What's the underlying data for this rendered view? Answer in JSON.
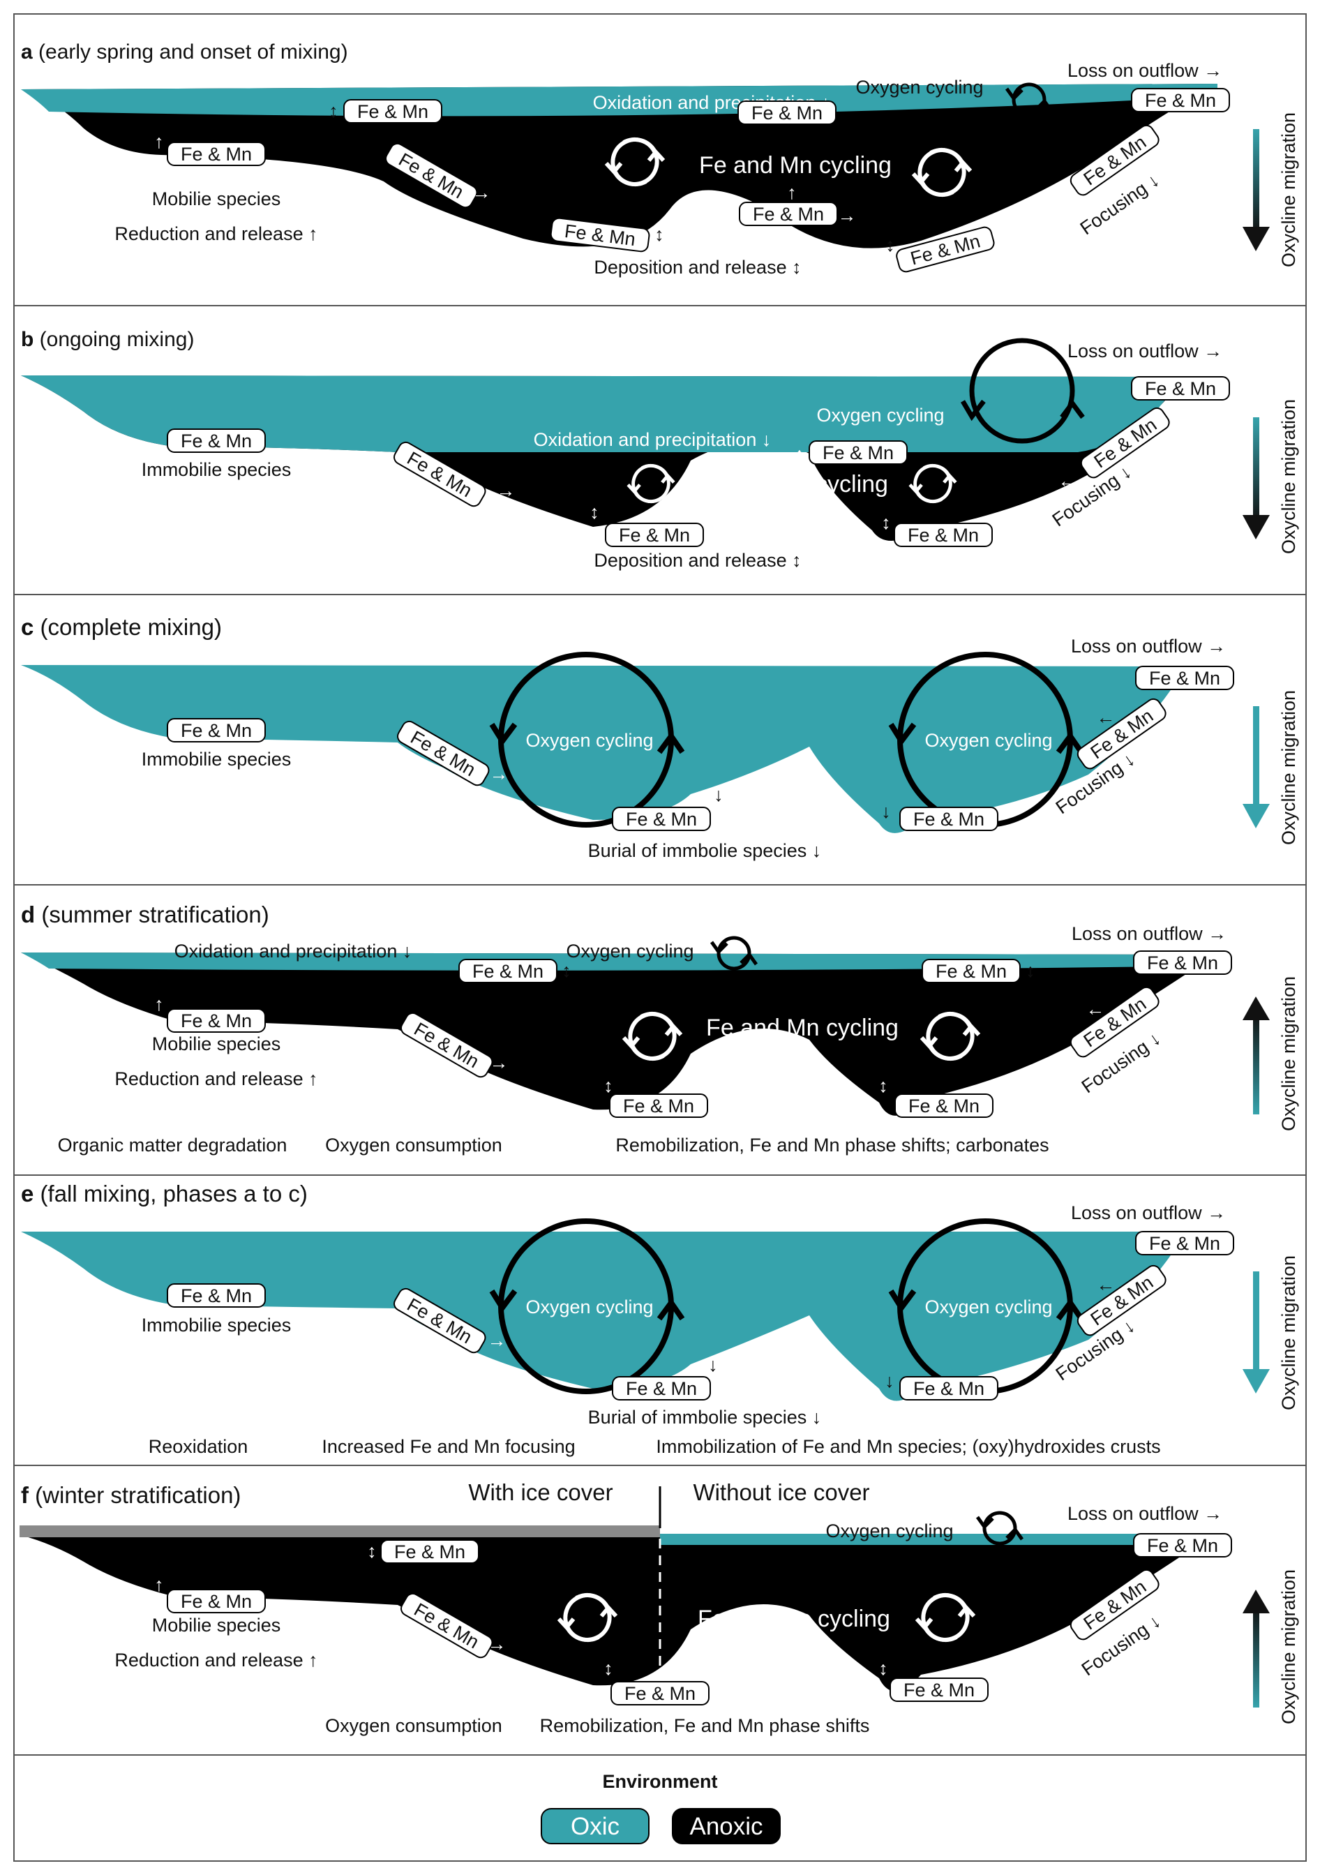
{
  "colors": {
    "oxic": "#36a3ac",
    "anoxic": "#000000",
    "ice": "#8a8a8a"
  },
  "common": {
    "fe_mn": "Fe & Mn",
    "fe_mn_cycling": "Fe and Mn cycling",
    "oxygen_cycling": "Oxygen cycling",
    "loss_on_outflow": "Loss on outflow →",
    "oxycline_migration": "Oxycline migration"
  },
  "panels": {
    "a": {
      "letter": "a",
      "subtitle": "(early spring and onset of mixing)",
      "oxidation": "Oxidation and precipitation ↓",
      "species": "Mobilie species",
      "reduction": "Reduction and release ↑",
      "deposition": "Deposition and release ↕",
      "focusing": "Focusing ↓"
    },
    "b": {
      "letter": "b",
      "subtitle": "(ongoing mixing)",
      "oxidation": "Oxidation and precipitation ↓",
      "species": "Immobilie species",
      "deposition": "Deposition and release ↕",
      "focusing": "Focusing ↓"
    },
    "c": {
      "letter": "c",
      "subtitle": "(complete mixing)",
      "species": "Immobilie species",
      "burial": "Burial of immbolie species ↓",
      "focusing": "Focusing ↓"
    },
    "d": {
      "letter": "d",
      "subtitle": "(summer stratification)",
      "oxidation": "Oxidation and precipitation ↓",
      "species": "Mobilie species",
      "reduction": "Reduction and release ↑",
      "focusing": "Focusing ↓",
      "process1": "Organic matter degradation",
      "process2": "Oxygen consumption",
      "process3": "Remobilization, Fe and Mn phase shifts; carbonates"
    },
    "e": {
      "letter": "e",
      "subtitle": "(fall mixing, phases a to c)",
      "species": "Immobilie species",
      "burial": "Burial of immbolie species ↓",
      "focusing": "Focusing ↓",
      "process1": "Reoxidation",
      "process2": "Increased Fe and Mn focusing",
      "process3": "Immobilization of Fe and Mn species; (oxy)hydroxides crusts"
    },
    "f": {
      "letter": "f",
      "subtitle": "(winter stratification)",
      "with_ice": "With ice cover",
      "without_ice": "Without ice cover",
      "species": "Mobilie species",
      "reduction": "Reduction and release ↑",
      "focusing": "Focusing ↓",
      "process2": "Oxygen consumption",
      "process3": "Remobilization, Fe and Mn phase shifts"
    }
  },
  "legend": {
    "title": "Environment",
    "oxic": "Oxic",
    "anoxic": "Anoxic"
  }
}
